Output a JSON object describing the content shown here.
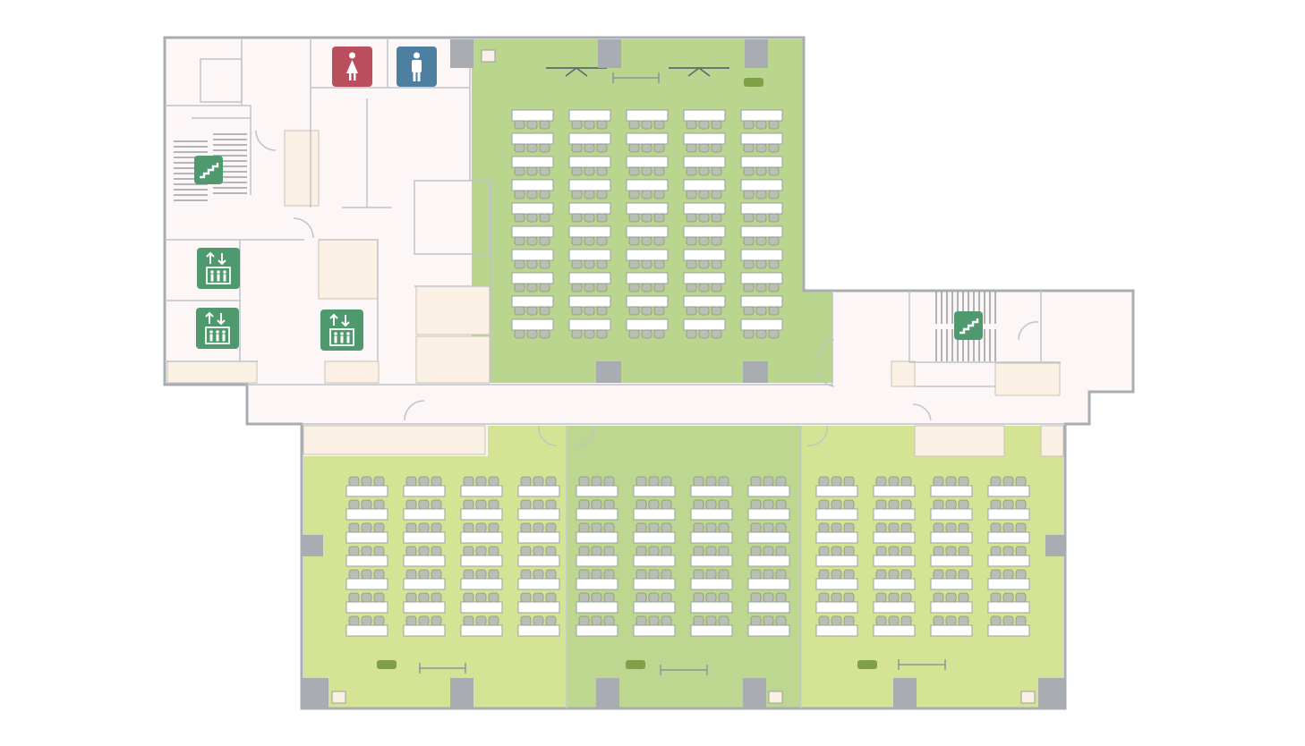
{
  "palette": {
    "wall": "#a8adb3",
    "pillar": "#a9acb0",
    "corridor_floor": "#fcf7f6",
    "closet_floor": "#faf0e3",
    "hall_top_floor": "#bad58e",
    "room_left_floor": "#d5e394",
    "room_mid_floor": "#bdd790",
    "room_right_floor": "#d5e394",
    "desk": "#ffffff",
    "desk_outline": "#9aa0a4",
    "chair": "#b9bfb2",
    "podium": "#7fa046",
    "sign_green": "#4e9a6e",
    "restroom_women": "#b94f5d",
    "restroom_men": "#4c7fa0"
  },
  "icons": {
    "stairs": "stairs-icon",
    "elevator": "elevator-icon",
    "restroom_women": "woman-restroom-icon",
    "restroom_men": "man-restroom-icon",
    "ceiling_fan": "ceiling-fan-icon",
    "projector_screen": "projector-screen-icon"
  },
  "rooms": {
    "top_hall": {
      "desk_columns": 5,
      "desk_rows": 10
    },
    "left_room": {
      "desk_columns": 4,
      "desk_rows": 7
    },
    "middle_room": {
      "desk_columns": 4,
      "desk_rows": 7
    },
    "right_room": {
      "desk_columns": 4,
      "desk_rows": 7
    }
  },
  "signs": {
    "elevators": 3,
    "stairs": 2,
    "restrooms": [
      "women",
      "men"
    ]
  }
}
